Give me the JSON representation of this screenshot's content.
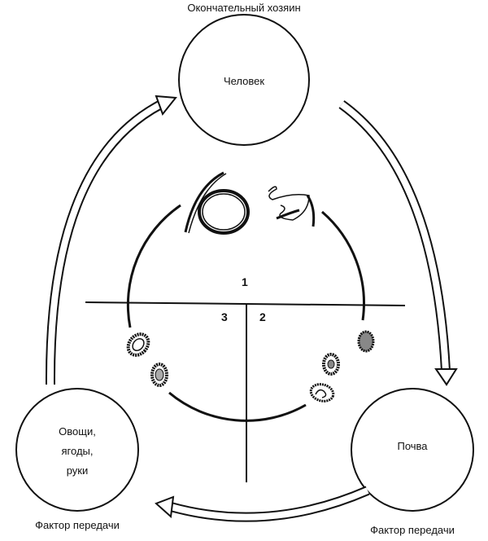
{
  "title": "Окончательный хозяин",
  "nodes": {
    "human": "Человек",
    "soil": "Почва",
    "vegetables": [
      "Овощи,",
      "ягоды,",
      "руки"
    ]
  },
  "captions": {
    "soil_factor": "Фактор передачи",
    "vegetables_factor": "Фактор передачи"
  },
  "stages": [
    "1",
    "2",
    "3"
  ]
}
